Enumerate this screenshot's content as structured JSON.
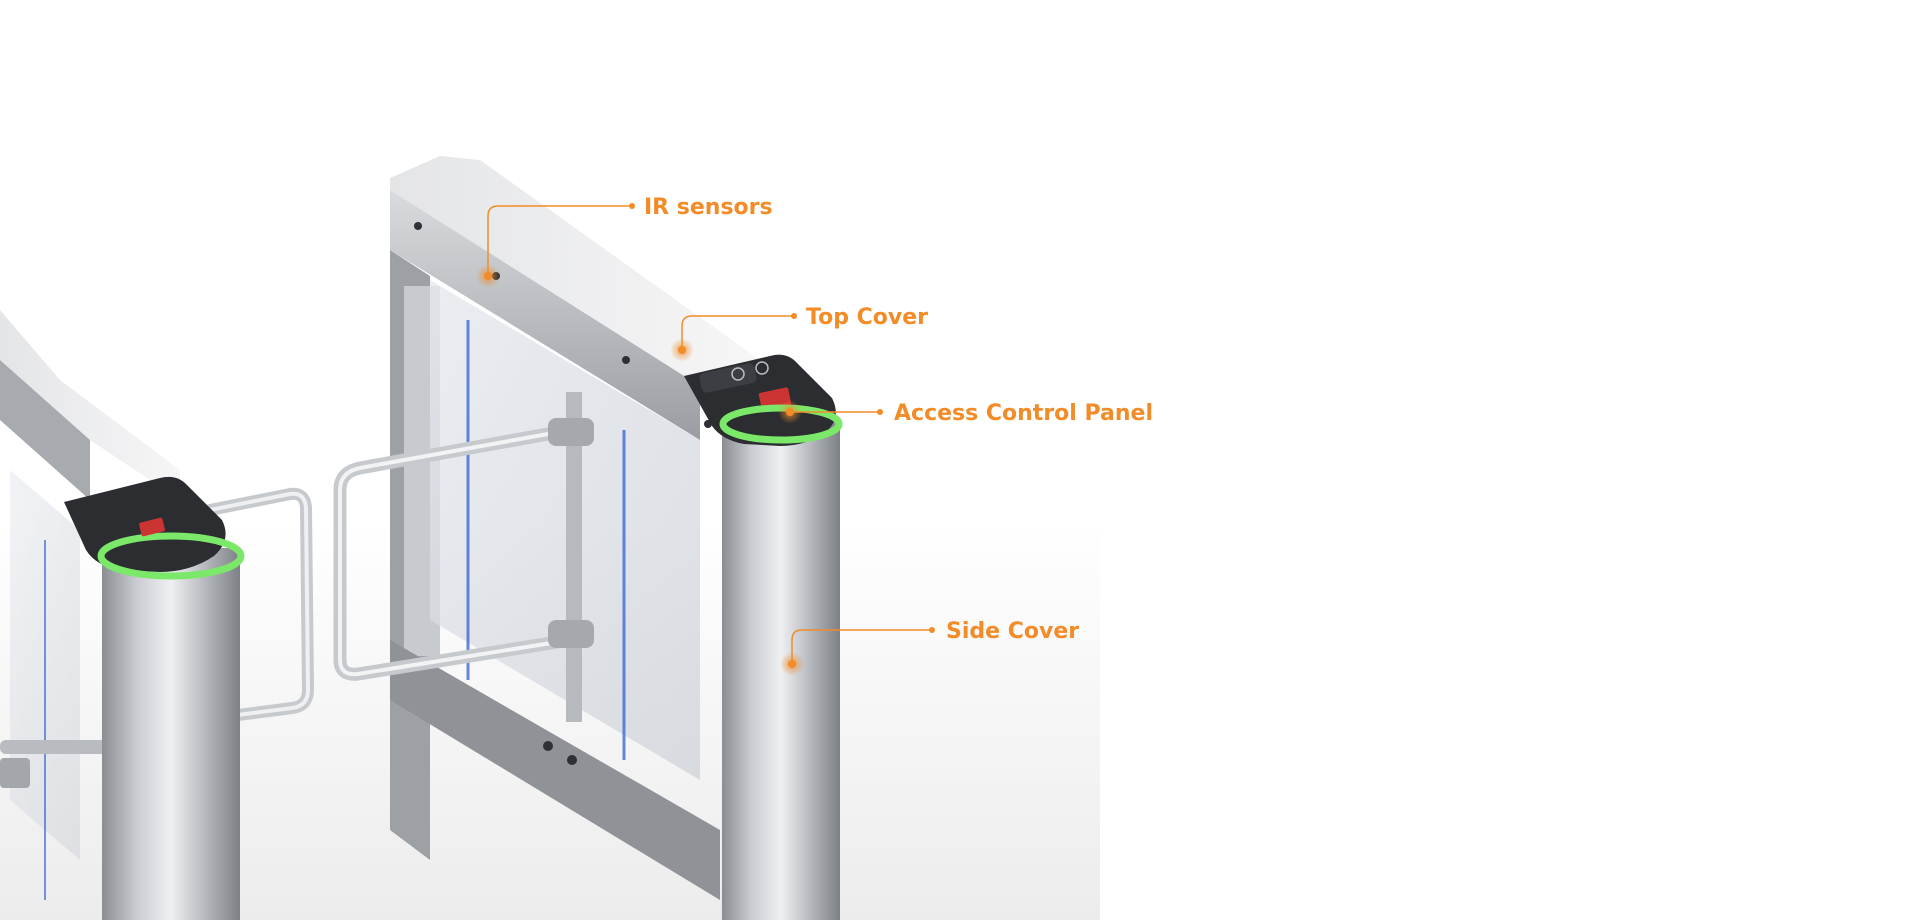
{
  "diagram": {
    "accent_color": "#f28c28",
    "glow_color": "#7be86a",
    "callouts": [
      {
        "id": "ir-sensors",
        "label": "IR sensors"
      },
      {
        "id": "top-cover",
        "label": "Top Cover"
      },
      {
        "id": "access-control-panel",
        "label": "Access Control Panel"
      },
      {
        "id": "side-cover",
        "label": "Side Cover"
      }
    ]
  }
}
